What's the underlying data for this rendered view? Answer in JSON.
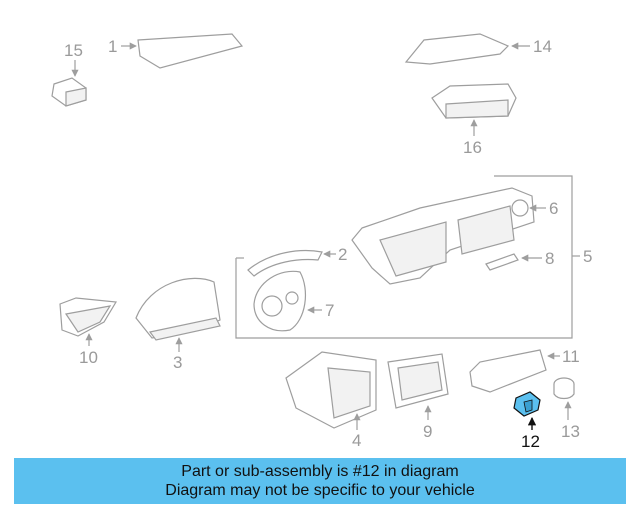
{
  "callouts": {
    "c1": "1",
    "c2": "2",
    "c3": "3",
    "c4": "4",
    "c5": "5",
    "c6": "6",
    "c7": "7",
    "c8": "8",
    "c9": "9",
    "c10": "10",
    "c11": "11",
    "c12": "12",
    "c13": "13",
    "c14": "14",
    "c15": "15",
    "c16": "16"
  },
  "highlighted_part": "12",
  "highlight_color": "#5bc0ef",
  "caption": {
    "line1": "Part or sub-assembly is #12 in diagram",
    "line2": "Diagram may not be specific to your vehicle"
  }
}
